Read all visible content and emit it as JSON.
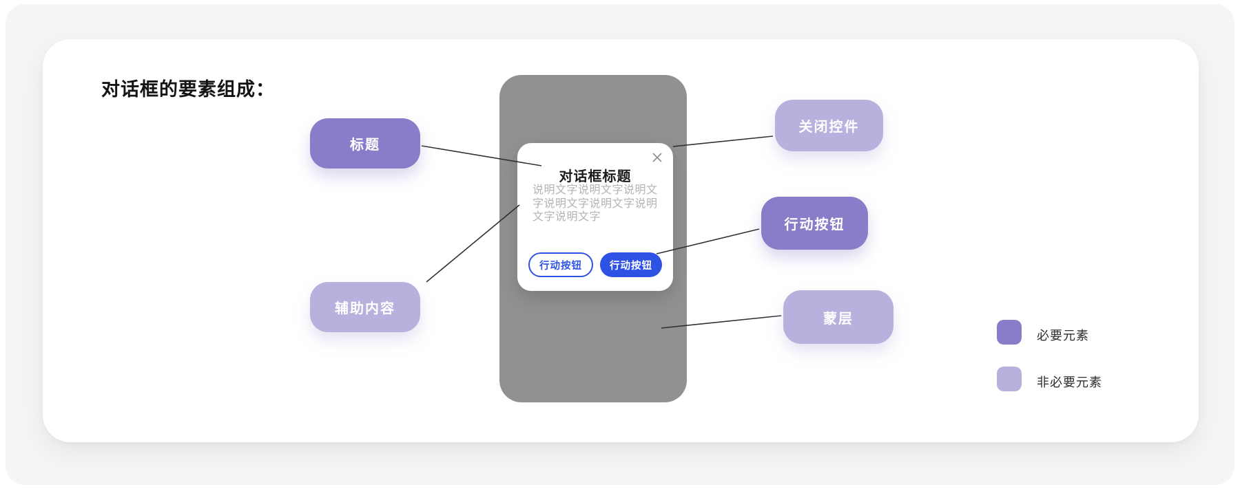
{
  "page": {
    "heading": "对话框的要素组成："
  },
  "dialog": {
    "title": "对话框标题",
    "body": "说明文字说明文字说明文字说明文字说明文字说明文字说明文字",
    "close_icon": "close-icon",
    "buttons": [
      {
        "label": "行动按钮",
        "variant": "outline"
      },
      {
        "label": "行动按钮",
        "variant": "filled"
      }
    ]
  },
  "callouts": [
    {
      "id": "title",
      "label": "标题",
      "type": "required"
    },
    {
      "id": "aux",
      "label": "辅助内容",
      "type": "optional"
    },
    {
      "id": "close",
      "label": "关闭控件",
      "type": "optional"
    },
    {
      "id": "action",
      "label": "行动按钮",
      "type": "required"
    },
    {
      "id": "mask",
      "label": "蒙层",
      "type": "optional"
    }
  ],
  "legend": [
    {
      "label": "必要元素",
      "type": "required"
    },
    {
      "label": "非必要元素",
      "type": "optional"
    }
  ],
  "colors": {
    "required_purple": "#8a7cc9",
    "optional_purple": "#b9b0de",
    "accent_blue": "#2e52e4",
    "phone_gray": "#919191",
    "dialog_body_gray": "#b3b3b6"
  }
}
